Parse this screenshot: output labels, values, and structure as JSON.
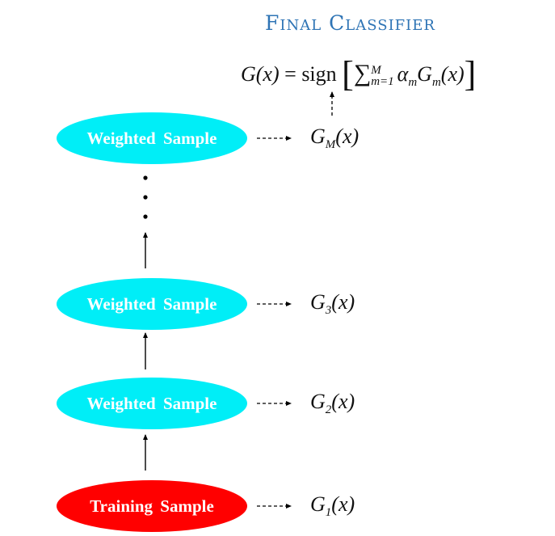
{
  "title": "Final Classifier",
  "formula": {
    "lhs": "G(x)",
    "equals": "=",
    "fn": "sign",
    "sum_symbol": "∑",
    "sum_upper": "M",
    "sum_lower": "m=1",
    "term": "αmGm(x)"
  },
  "nodes": [
    {
      "label": "Weighted Sample",
      "classifier": "G",
      "sub": "M",
      "arg": "(x)"
    },
    {
      "label": "Weighted Sample",
      "classifier": "G",
      "sub": "3",
      "arg": "(x)"
    },
    {
      "label": "Weighted Sample",
      "classifier": "G",
      "sub": "2",
      "arg": "(x)"
    },
    {
      "label": "Training Sample",
      "classifier": "G",
      "sub": "1",
      "arg": "(x)"
    }
  ],
  "colors": {
    "title": "#2e74b5",
    "weighted_node": "#00eef7",
    "training_node": "#ff0000",
    "node_text": "#ffffff",
    "arrow": "#000000"
  }
}
